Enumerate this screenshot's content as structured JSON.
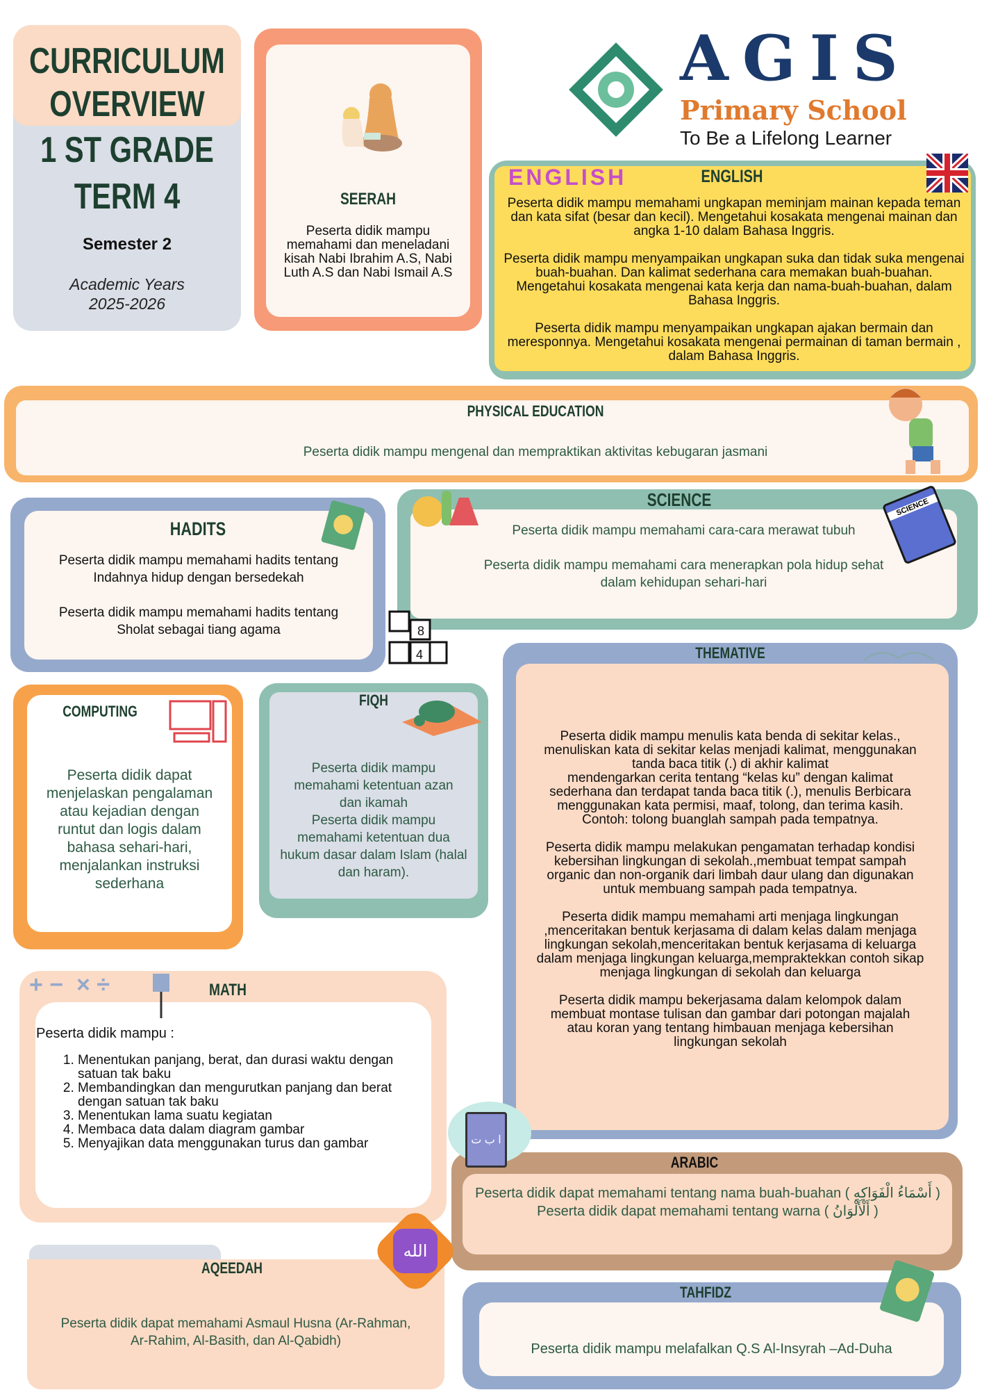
{
  "title": {
    "line1": "CURRICULUM",
    "line2": "OVERVIEW",
    "grade": "1 ST GRADE",
    "term": "TERM 4",
    "semester": "Semester 2",
    "academic_label": "Academic Years",
    "academic_years": "2025-2026"
  },
  "logo": {
    "name": "AGIS",
    "subtitle": "Primary School",
    "tagline": "To Be a Lifelong Learner"
  },
  "seerah": {
    "title": "SEERAH",
    "text": "Peserta didik mampu\nmemahami dan meneladani\nkisah Nabi Ibrahim  A.S, Nabi\nLuth A.S dan Nabi Ismail A.S"
  },
  "english": {
    "title": "ENGLISH",
    "sticker": "ENGLISH",
    "paragraphs": [
      "Peserta didik mampu memahami ungkapan meminjam mainan kepada teman dan kata sifat (besar dan kecil). Mengetahui kosakata mengenai mainan dan angka 1-10 dalam Bahasa Inggris.",
      "Peserta didik mampu menyampaikan ungkapan suka dan tidak suka mengenai buah-buahan. Dan kalimat sederhana cara memakan buah-buahan. Mengetahui kosakata mengenai kata kerja dan nama-buah-buahan, dalam Bahasa Inggris.",
      "Peserta didik mampu menyampaikan ungkapan ajakan bermain dan meresponnya. Mengetahui kosakata mengenai permainan di taman bermain , dalam Bahasa Inggris."
    ]
  },
  "pe": {
    "title": "PHYSICAL EDUCATION",
    "text": "Peserta didik mampu mengenal dan mempraktikan aktivitas kebugaran jasmani"
  },
  "hadits": {
    "title": "HADITS",
    "text": "Peserta didik mampu memahami hadits tentang\nIndahnya hidup dengan bersedekah\n\nPeserta didik mampu memahami hadits tentang\nSholat sebagai tiang agama"
  },
  "science": {
    "title": "SCIENCE",
    "book_label": "SCIENCE",
    "text": "Peserta didik mampu memahami cara-cara merawat tubuh\n\nPeserta didik mampu memahami cara menerapkan pola hidup sehat\ndalam kehidupan sehari-hari"
  },
  "thematic": {
    "title": "THEMATIVE",
    "text": "Peserta didik mampu menulis kata benda di sekitar kelas.,\nmenuliskan kata di sekitar kelas menjadi kalimat, menggunakan\ntanda baca titik (.) di akhir kalimat\nmendengarkan cerita tentang “kelas ku” dengan kalimat\nsederhana dan  terdapat tanda baca titik (.), menulis Berbicara\nmenggunakan kata permisi, maaf, tolong, dan terima kasih.\nContoh: tolong buanglah sampah pada tempatnya.\n\nPeserta didik mampu melakukan pengamatan terhadap kondisi\nkebersihan lingkungan di sekolah.,membuat tempat sampah\norganic dan non-organik dari limbah daur ulang dan digunakan\nuntuk membuang sampah pada tempatnya.\n\nPeserta didik mampu memahami arti menjaga lingkungan\n,menceritakan bentuk kerjasama di dalam kelas dalam menjaga\nlingkungan sekolah,menceritakan bentuk kerjasama di keluarga\ndalam menjaga lingkungan keluarga,mempraktekkan contoh sikap\nmenjaga lingkungan di sekolah dan keluarga\n\nPeserta didik mampu bekerjasama dalam kelompok dalam\nmembuat montase tulisan dan gambar dari potongan majalah\natau koran yang tentang himbauan menjaga kebersihan\nlingkungan sekolah"
  },
  "computing": {
    "title": "COMPUTING",
    "text": "Peserta didik dapat\nmenjelaskan pengalaman\natau kejadian dengan\nruntut dan logis dalam\nbahasa sehari-hari,\nmenjalankan instruksi\nsederhana"
  },
  "fiqh": {
    "title": "FIQH",
    "text": "Peserta didik mampu\nmemahami ketentuan azan\ndan ikamah\nPeserta didik mampu\nmemahami ketentuan dua\nhukum dasar dalam Islam (halal\ndan haram)."
  },
  "math": {
    "title": "MATH",
    "symbols": "+ −  × ÷",
    "intro": "Peserta didik mampu :",
    "items": [
      "Menentukan panjang, berat, dan durasi waktu dengan satuan tak baku",
      "Membandingkan dan mengurutkan panjang dan berat dengan satuan tak baku",
      "Menentukan lama suatu kegiatan",
      "Membaca data dalam diagram gambar",
      "Menyajikan data menggunakan turus dan gambar"
    ]
  },
  "arabic": {
    "title": "ARABIC",
    "book_label": "ا ب ت",
    "text": "Peserta didik dapat memahami tentang nama buah-buahan ( أَسْمَاءُ الْفَوَاكِهِ )\nPeserta didik dapat memahami tentang warna ( أَلْأَلْوَانُ )"
  },
  "aqeedah": {
    "title": "AQEEDAH",
    "badge": "الله",
    "text": "Peserta didik dapat memahami Asmaul Husna (Ar-Rahman,\nAr-Rahim, Al-Basith, dan Al-Qabidh)"
  },
  "tahfidz": {
    "title": "TAHFIDZ",
    "text": "Peserta didik mampu melafalkan Q.S Al-Insyrah –Ad-Duha"
  },
  "colors": {
    "green": "#1d3f2f",
    "peach": "#fbdbc6",
    "gray": "#dadee6",
    "salmon": "#f79a77",
    "teal": "#8fbfb1",
    "yellow": "#fddc5c",
    "orange": "#f7b46a",
    "blue": "#95a9cc",
    "brown": "#c39b7a"
  }
}
